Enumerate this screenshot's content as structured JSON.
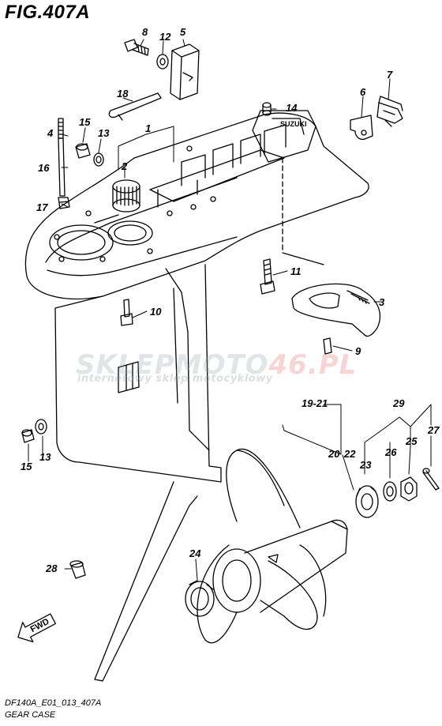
{
  "figure": {
    "title": "FIG.407A",
    "code": "DF140A_E01_013_407A",
    "caption": "GEAR CASE",
    "fwd_label": "FWD"
  },
  "watermark": {
    "brand_part1": "SKLEPMOTO",
    "brand_part2": "46.PL",
    "tagline": "internetowy sklep motocyklowy"
  },
  "callouts": {
    "c1": "1",
    "c2": "2",
    "c3": "3",
    "c4": "4",
    "c5": "5",
    "c6": "6",
    "c7": "7",
    "c8": "8",
    "c9": "9",
    "c10": "10",
    "c11": "11",
    "c12": "12",
    "c13a": "13",
    "c13b": "13",
    "c14": "14",
    "c15a": "15",
    "c15b": "15",
    "c16": "16",
    "c17": "17",
    "c18": "18",
    "c19_21": "19-21",
    "c20": "20",
    "c22": "22",
    "c23": "23",
    "c24": "24",
    "c25": "25",
    "c26": "26",
    "c27": "27",
    "c28": "28",
    "c29": "29"
  },
  "colors": {
    "line": "#000000",
    "watermark_grey": "#9aa3ad",
    "watermark_red": "#e36a6a"
  }
}
